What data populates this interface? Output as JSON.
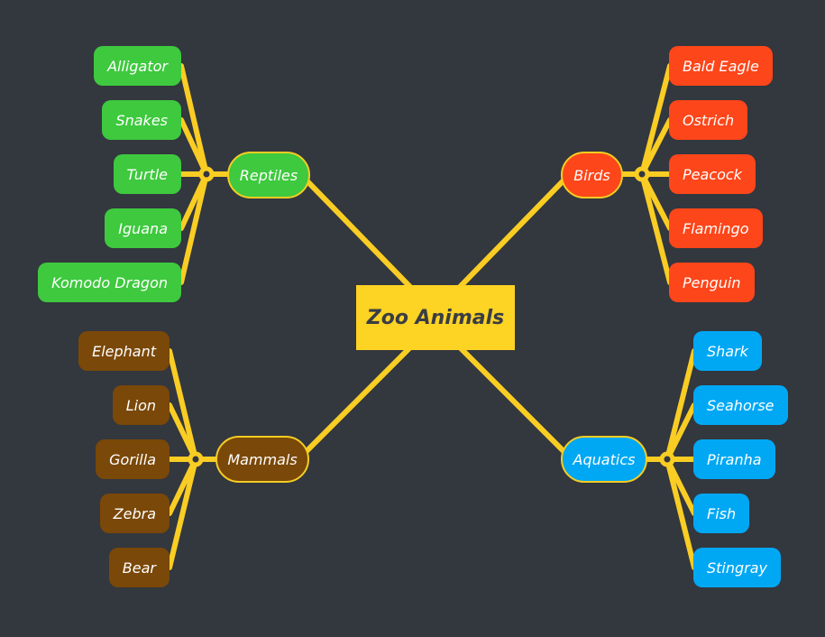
{
  "central": {
    "label": "Zoo Animals",
    "color": "#fdd324"
  },
  "connector_color": "#f9cd23",
  "background": "#33373e",
  "branches": [
    {
      "label": "Reptiles",
      "color": "#3ec93e",
      "side": "left",
      "children": [
        "Alligator",
        "Snakes",
        "Turtle",
        "Iguana",
        "Komodo Dragon"
      ]
    },
    {
      "label": "Birds",
      "color": "#fd461a",
      "side": "right",
      "children": [
        "Bald Eagle",
        "Ostrich",
        "Peacock",
        "Flamingo",
        "Penguin"
      ]
    },
    {
      "label": "Mammals",
      "color": "#7a4808",
      "side": "left",
      "children": [
        "Elephant",
        "Lion",
        "Gorilla",
        "Zebra",
        "Bear"
      ]
    },
    {
      "label": "Aquatics",
      "color": "#00a8f4",
      "side": "right",
      "children": [
        "Shark",
        "Seahorse",
        "Piranha",
        "Fish",
        "Stingray"
      ]
    }
  ]
}
